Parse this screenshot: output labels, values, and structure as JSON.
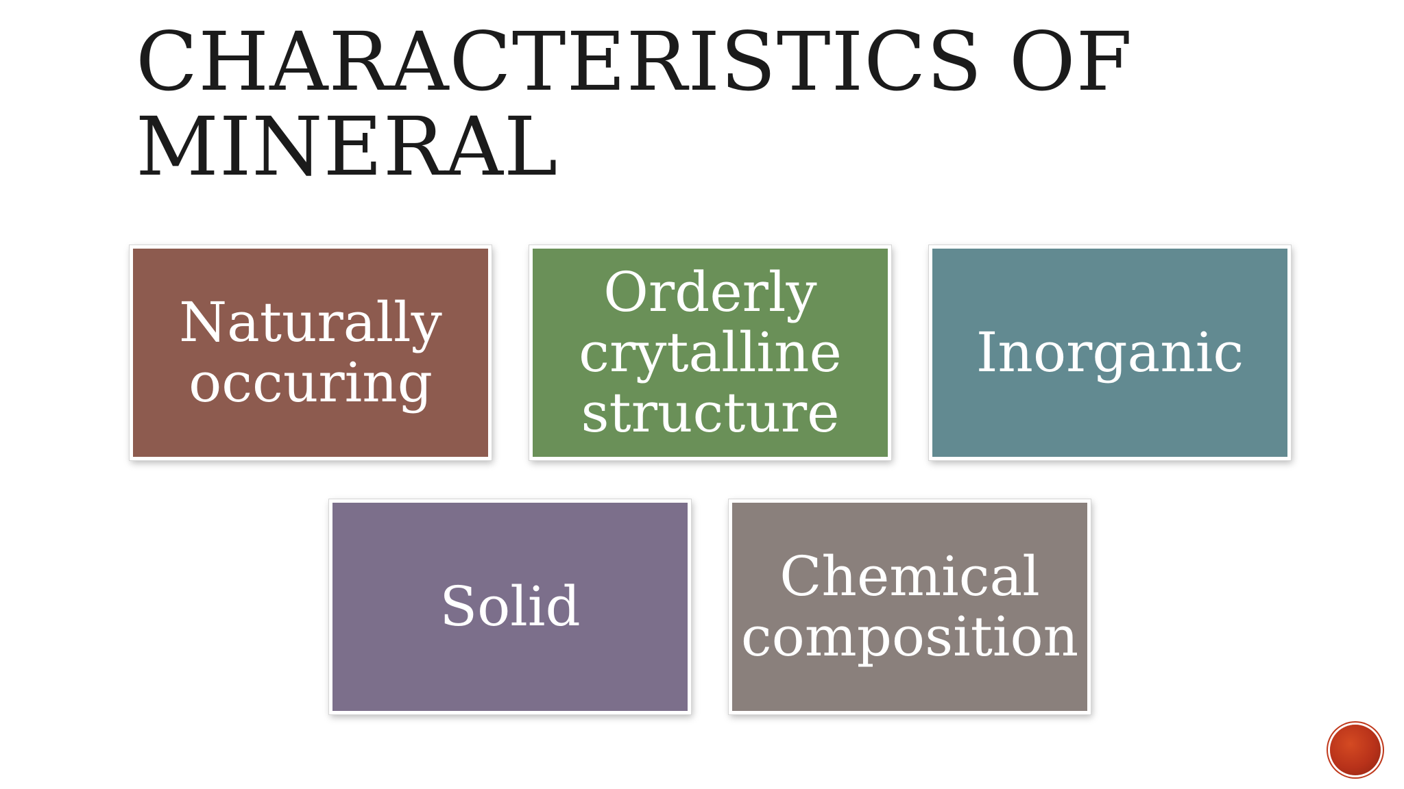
{
  "slide": {
    "title_lines": [
      "CHARACTERISTICS OF",
      "MINERAL"
    ],
    "boxes": [
      {
        "lines": [
          "Naturally",
          "occuring"
        ],
        "color": "#8d5b4f"
      },
      {
        "lines": [
          "Orderly",
          "crytalline",
          "structure"
        ],
        "color": "#6a9058"
      },
      {
        "lines": [
          "Inorganic"
        ],
        "color": "#628a91"
      },
      {
        "lines": [
          "Solid"
        ],
        "color": "#7c6f8b"
      },
      {
        "lines": [
          "Chemical",
          "composition"
        ],
        "color": "#8a807c"
      }
    ],
    "accent_color": "#c0391c"
  }
}
